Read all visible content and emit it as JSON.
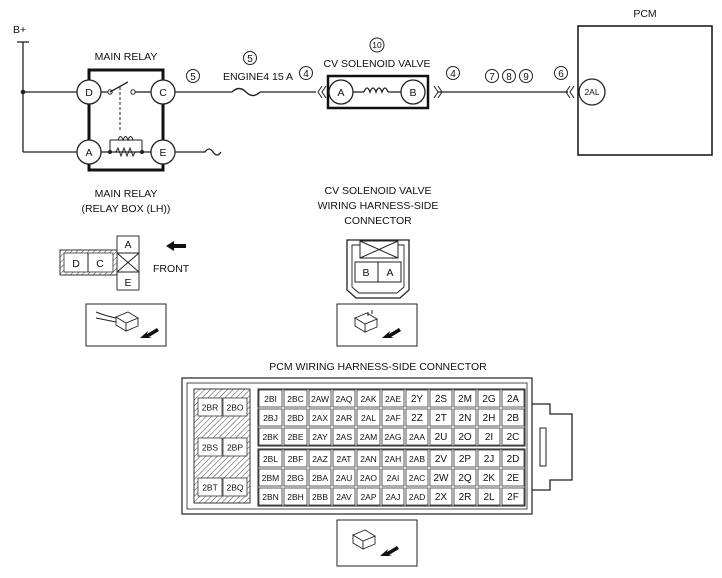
{
  "power": {
    "label": "B+"
  },
  "relay": {
    "title": "MAIN RELAY",
    "caption_line1": "MAIN RELAY",
    "caption_line2": "(RELAY BOX (LH))",
    "pins": {
      "D": "D",
      "C": "C",
      "A": "A",
      "E": "E"
    }
  },
  "wire_numbers": {
    "relay_out": "5",
    "fuse_top": "5",
    "fuse_right": "4",
    "valve_top": "10",
    "valve_right": "4",
    "mid_7": "7",
    "mid_8": "8",
    "mid_9": "9",
    "pcm_left": "6"
  },
  "fuse": {
    "label": "ENGINE4 15 A"
  },
  "valve": {
    "title": "CV SOLENOID VALVE",
    "pin_a": "A",
    "pin_b": "B"
  },
  "pcm": {
    "title": "PCM",
    "pin": "2AL"
  },
  "relay_connector": {
    "d": "D",
    "c": "C",
    "a": "A",
    "e": "E",
    "front_label": "FRONT"
  },
  "valve_connector": {
    "caption_line1": "CV SOLENOID VALVE",
    "caption_line2": "WIRING HARNESS-SIDE",
    "caption_line3": "CONNECTOR",
    "b": "B",
    "a": "A"
  },
  "pcm_connector": {
    "title": "PCM WIRING HARNESS-SIDE CONNECTOR",
    "left_pins": [
      "2BR",
      "2BO",
      "2BS",
      "2BP",
      "2BT",
      "2BQ"
    ],
    "top_rows": [
      [
        "2BI",
        "2BC",
        "2AW",
        "2AQ",
        "2AK",
        "2AE",
        "2Y",
        "2S",
        "2M",
        "2G",
        "2A"
      ],
      [
        "2BJ",
        "2BD",
        "2AX",
        "2AR",
        "2AL",
        "2AF",
        "2Z",
        "2T",
        "2N",
        "2H",
        "2B"
      ],
      [
        "2BK",
        "2BE",
        "2AY",
        "2AS",
        "2AM",
        "2AG",
        "2AA",
        "2U",
        "2O",
        "2I",
        "2C"
      ]
    ],
    "bottom_rows": [
      [
        "2BL",
        "2BF",
        "2AZ",
        "2AT",
        "2AN",
        "2AH",
        "2AB",
        "2V",
        "2P",
        "2J",
        "2D"
      ],
      [
        "2BM",
        "2BG",
        "2BA",
        "2AU",
        "2AO",
        "2AI",
        "2AC",
        "2W",
        "2Q",
        "2K",
        "2E"
      ],
      [
        "2BN",
        "2BH",
        "2BB",
        "2AV",
        "2AP",
        "2AJ",
        "2AD",
        "2X",
        "2R",
        "2L",
        "2F"
      ]
    ]
  }
}
